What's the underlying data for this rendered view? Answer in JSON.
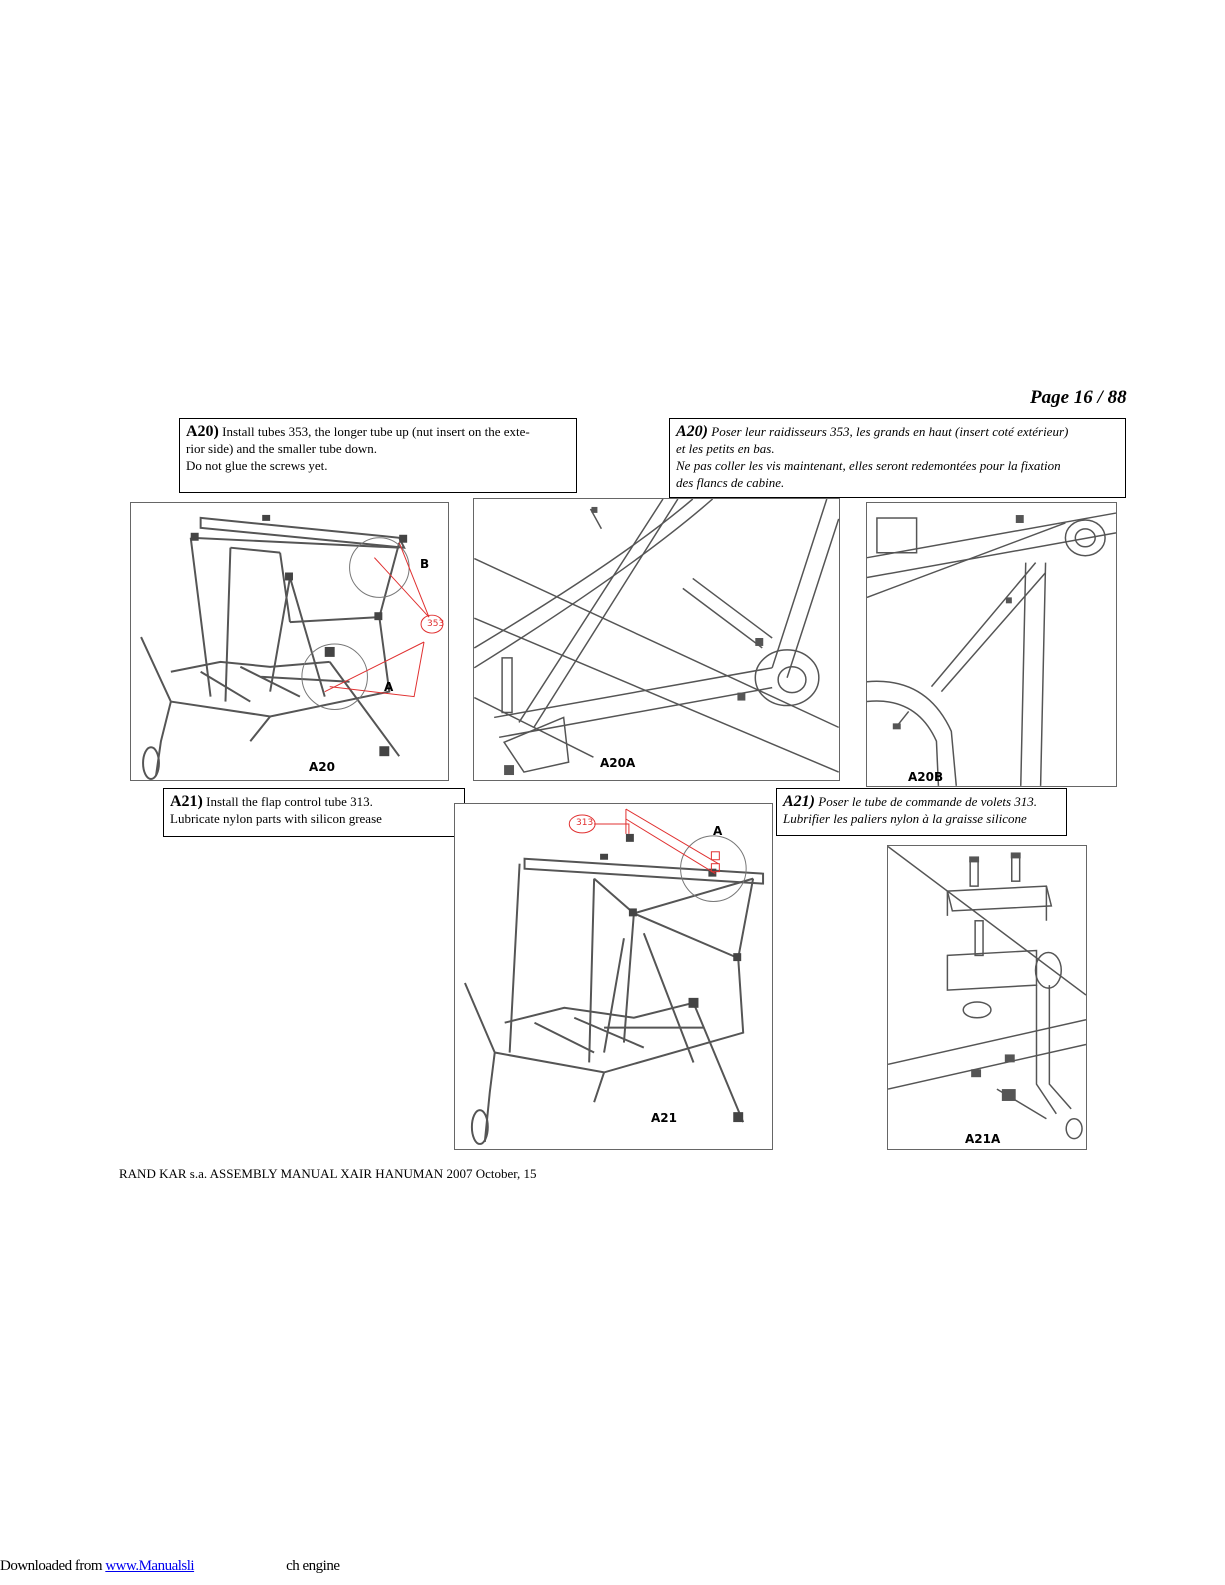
{
  "page_number": "Page 16 / 88",
  "notes": {
    "a20_en": {
      "step": "A20)",
      "line1": "Install tubes 353, the longer tube up (nut insert on the exte-",
      "line2": "rior side) and the smaller tube down.",
      "line3": "Do not glue the screws yet."
    },
    "a20_fr": {
      "step": "A20)",
      "line1": "Poser leur raidisseurs 353, les grands en haut (insert coté extérieur)",
      "line2": "et les petits en bas.",
      "line3": "Ne pas coller les vis maintenant, elles seront redemontées pour la fixation",
      "line4": "des flancs de cabine."
    },
    "a21_en": {
      "step": "A21)",
      "line1": "Install the flap control tube 313.",
      "line2": "Lubricate nylon parts with silicon grease"
    },
    "a21_fr": {
      "step": "A21)",
      "line1": "Poser le tube de commande de volets 313.",
      "line2": "Lubrifier les paliers nylon à la graisse silicone"
    }
  },
  "figures": {
    "a20": {
      "label": "A20",
      "callout_a": "A",
      "callout_b": "B",
      "part": "353"
    },
    "a20a": {
      "label": "A20A"
    },
    "a20b": {
      "label": "A20B"
    },
    "a21": {
      "label": "A21",
      "callout_a": "A",
      "part": "313"
    },
    "a21a": {
      "label": "A21A"
    }
  },
  "footer": "RAND KAR s.a.   ASSEMBLY MANUAL XAIR HANUMAN 2007 October, 15",
  "download": {
    "prefix": "Downloaded from ",
    "link": "www.Manualsli",
    "suffix": "ch engine"
  },
  "colors": {
    "callout_red": "#e03030",
    "link_blue": "#0000ee"
  }
}
